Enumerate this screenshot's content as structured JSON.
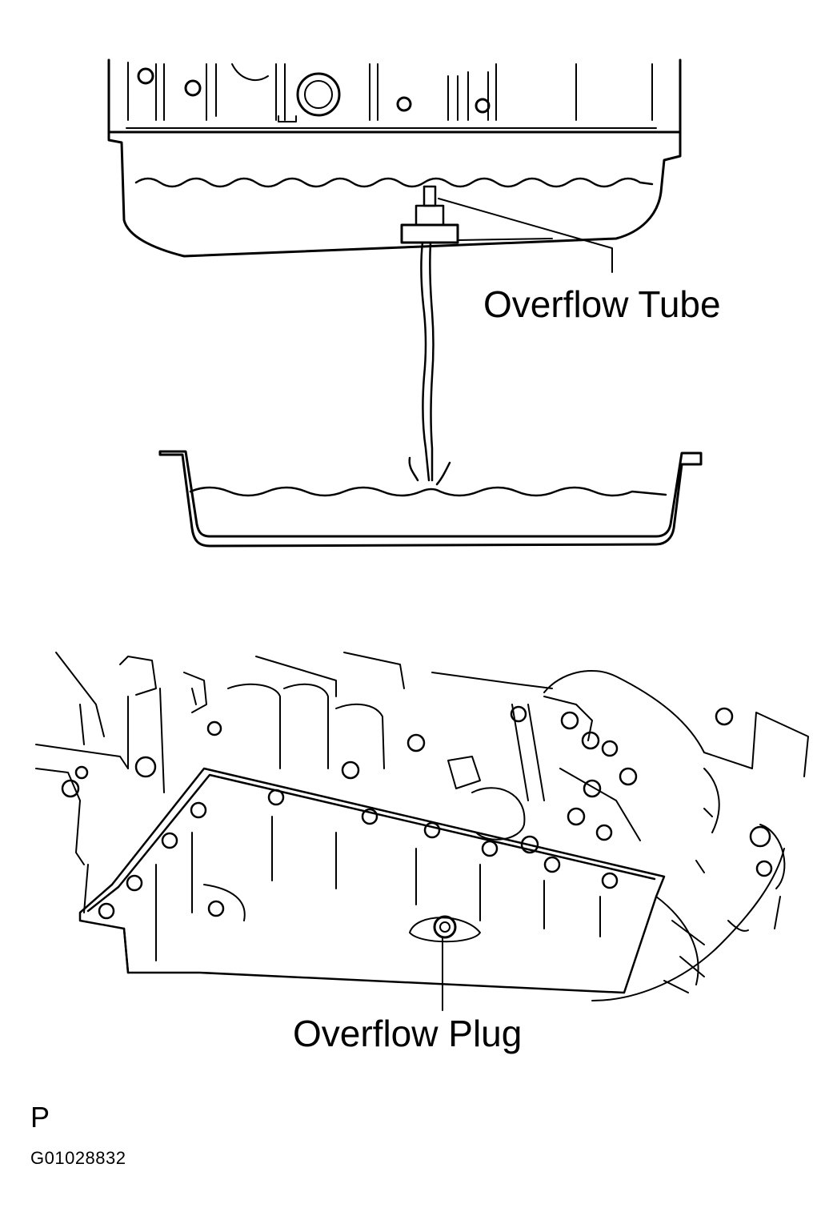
{
  "labels": {
    "overflow_tube": "Overflow Tube",
    "overflow_plug": "Overflow Plug",
    "view_letter": "P",
    "figure_code": "G01028832"
  },
  "colors": {
    "ink": "#000000",
    "paper": "#ffffff"
  }
}
